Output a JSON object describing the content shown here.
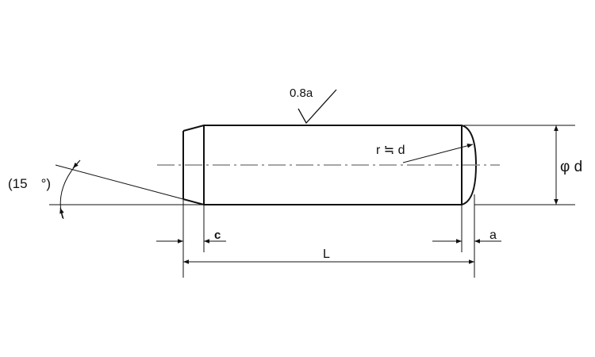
{
  "labels": {
    "surface_roughness": "0.8a",
    "radius": "r ≒ d",
    "diameter": "φ d",
    "chamfer": "c",
    "end_length": "a",
    "length": "L",
    "angle": "(15　°)"
  },
  "colors": {
    "line": "#111111",
    "center_line": "#888888"
  }
}
